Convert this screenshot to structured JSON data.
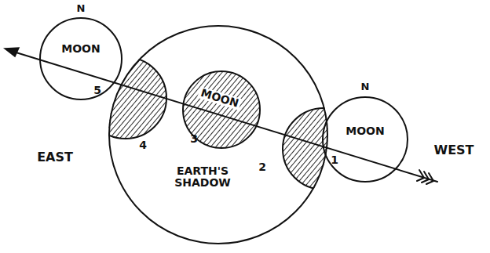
{
  "diagram": {
    "nodes": [
      {
        "text": [
          "N",
          "MOON"
        ]
      },
      {
        "text": [
          "EARTH'S SHADOW"
        ]
      },
      {
        "text": [
          "MOON"
        ],
        "in": 1
      },
      {
        "text": [
          "N",
          "MOON"
        ]
      }
    ],
    "labels": [
      "EAST",
      "5",
      "4",
      "3",
      "2",
      "1",
      "WEST"
    ]
  }
}
